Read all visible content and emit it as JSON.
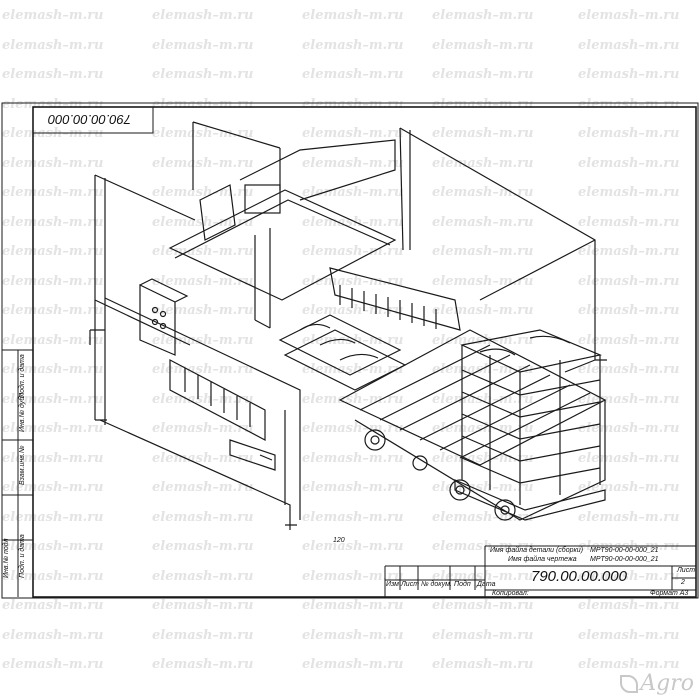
{
  "watermark": {
    "text": "elemash–m.ru"
  },
  "stamp_top": "790.00.00.000",
  "side_labels": [
    "Инв.№ подл",
    "Подп. и дата",
    "Взам.инв.№",
    "Инв.№ дубл",
    "Подп. и дата"
  ],
  "dimension_label": "120",
  "title_block": {
    "file_detail_label": "Имя файла детали (сборки)",
    "file_detail_value": "MPT90-00-00-000_21",
    "file_drawing_label": "Имя файла чертежа",
    "file_drawing_value": "MPT90-00-00-000_21",
    "designation": "790.00.00.000",
    "sheet_label": "Лист",
    "sheet_number": "2",
    "columns": [
      "Изм",
      "Лист",
      "№ докум.",
      "Подп",
      "Дата"
    ],
    "copied_label": "Копировал:",
    "format_label": "Формат А3"
  },
  "logo_text": "Agro",
  "colors": {
    "line": "#1a1a1a",
    "watermark": "#e3e3e3",
    "paper": "#ffffff"
  }
}
